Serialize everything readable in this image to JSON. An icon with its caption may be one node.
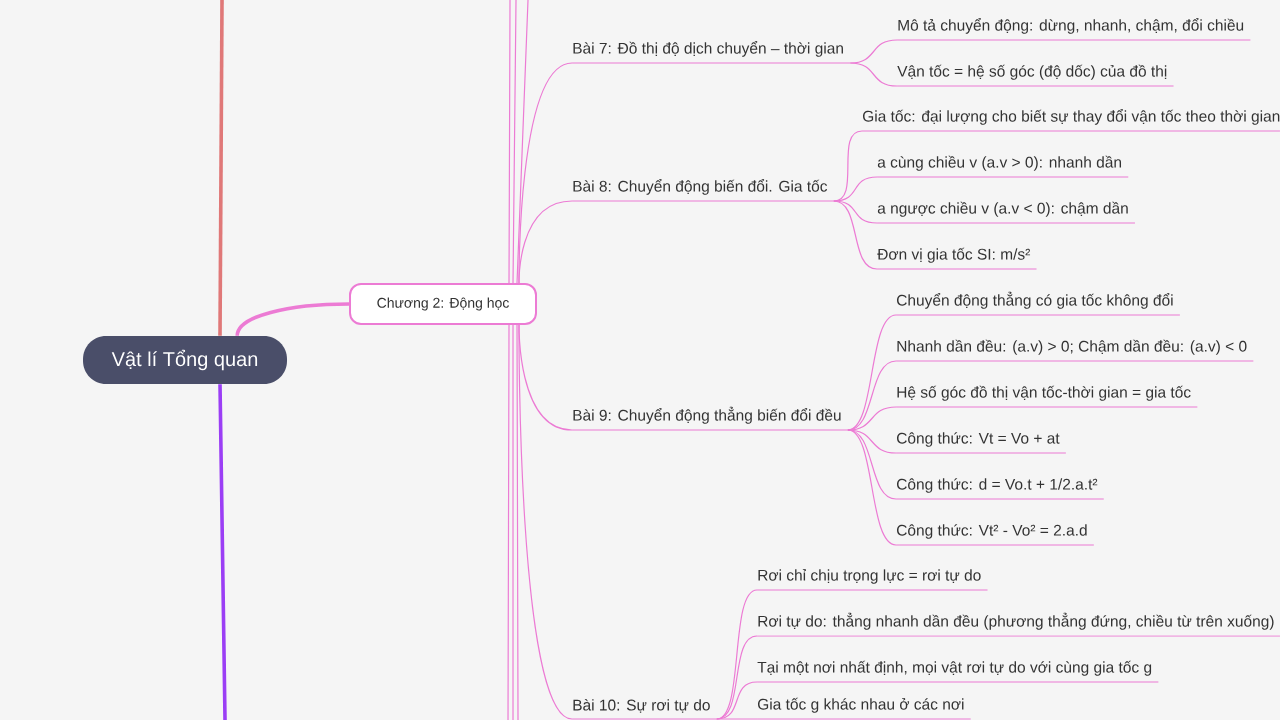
{
  "diagram": {
    "nodes": [
      {
        "text": [
          "Vật lí Tổng quan"
        ]
      },
      {
        "text": [
          "Chương 2: Động học"
        ]
      },
      {
        "text": [
          "Bài 7: Đồ thị độ dịch chuyển – thời gian"
        ]
      },
      {
        "text": [
          "Mô tả chuyển động: dừng, nhanh, chậm, đổi chiều"
        ]
      },
      {
        "text": [
          "Vận tốc = hệ số góc (độ dốc) của đồ thị"
        ]
      },
      {
        "text": [
          "Bài 8: Chuyển động biến đổi. Gia tốc"
        ]
      },
      {
        "text": [
          "Gia tốc: đại lượng cho biết sự thay đổi vận tốc theo thời gian"
        ]
      },
      {
        "text": [
          "a cùng chiều v (a.v > 0): nhanh dần"
        ]
      },
      {
        "text": [
          "a ngược chiều v (a.v < 0): chậm dần"
        ]
      },
      {
        "text": [
          "Đơn vị gia tốc SI: m/s²"
        ]
      },
      {
        "text": [
          "Bài 9: Chuyển động thẳng biến đổi đều"
        ]
      },
      {
        "text": [
          "Chuyển động thẳng có gia tốc không đổi"
        ]
      },
      {
        "text": [
          "Nhanh dần đều: (a.v) > 0; Chậm dần đều: (a.v) < 0"
        ]
      },
      {
        "text": [
          "Hệ số góc đồ thị vận tốc-thời gian = gia tốc"
        ]
      },
      {
        "text": [
          "Công thức: Vt = Vo + at"
        ]
      },
      {
        "text": [
          "Công thức: d = Vo.t + 1/2.a.t²"
        ]
      },
      {
        "text": [
          "Công thức: Vt² - Vo² = 2.a.d"
        ]
      },
      {
        "text": [
          "Bài 10: Sự rơi tự do"
        ]
      },
      {
        "text": [
          "Rơi chỉ chịu trọng lực = rơi tự do"
        ]
      },
      {
        "text": [
          "Rơi tự do: thẳng nhanh dần đều (phương thẳng đứng, chiều từ trên xuống)"
        ]
      },
      {
        "text": [
          "Tại một nơi nhất định, mọi vật rơi tự do với cùng gia tốc g"
        ]
      },
      {
        "text": [
          "Gia tốc g khác nhau ở các nơi"
        ]
      }
    ],
    "edges": [
      {
        "from": 0,
        "to": 1,
        "arrow": "none",
        "style": "thick"
      },
      {
        "from": 0,
        "to": null,
        "arrow": "none",
        "style": "thick",
        "color": "#e07878"
      },
      {
        "from": 0,
        "to": null,
        "arrow": "none",
        "style": "thick",
        "color": "#9b3ef5"
      },
      {
        "from": 1,
        "to": null,
        "arrow": "none"
      },
      {
        "from": 1,
        "to": null,
        "arrow": "none"
      },
      {
        "from": 1,
        "to": null,
        "arrow": "none"
      },
      {
        "from": 1,
        "to": null,
        "arrow": "none"
      },
      {
        "from": 1,
        "to": null,
        "arrow": "none"
      },
      {
        "from": 1,
        "to": null,
        "arrow": "none"
      },
      {
        "from": 1,
        "to": 2,
        "arrow": "none"
      },
      {
        "from": 1,
        "to": 5,
        "arrow": "none"
      },
      {
        "from": 1,
        "to": 10,
        "arrow": "none"
      },
      {
        "from": 1,
        "to": 17,
        "arrow": "none"
      },
      {
        "from": 2,
        "to": 3,
        "arrow": "none"
      },
      {
        "from": 2,
        "to": 4,
        "arrow": "none"
      },
      {
        "from": 5,
        "to": 6,
        "arrow": "none"
      },
      {
        "from": 5,
        "to": 7,
        "arrow": "none"
      },
      {
        "from": 5,
        "to": 8,
        "arrow": "none"
      },
      {
        "from": 5,
        "to": 9,
        "arrow": "none"
      },
      {
        "from": 10,
        "to": 11,
        "arrow": "none"
      },
      {
        "from": 10,
        "to": 12,
        "arrow": "none"
      },
      {
        "from": 10,
        "to": 13,
        "arrow": "none"
      },
      {
        "from": 10,
        "to": 14,
        "arrow": "none"
      },
      {
        "from": 10,
        "to": 15,
        "arrow": "none"
      },
      {
        "from": 10,
        "to": 16,
        "arrow": "none"
      },
      {
        "from": 17,
        "to": 18,
        "arrow": "none"
      },
      {
        "from": 17,
        "to": 19,
        "arrow": "none"
      },
      {
        "from": 17,
        "to": 20,
        "arrow": "none"
      },
      {
        "from": 17,
        "to": 21,
        "arrow": "none"
      }
    ]
  }
}
